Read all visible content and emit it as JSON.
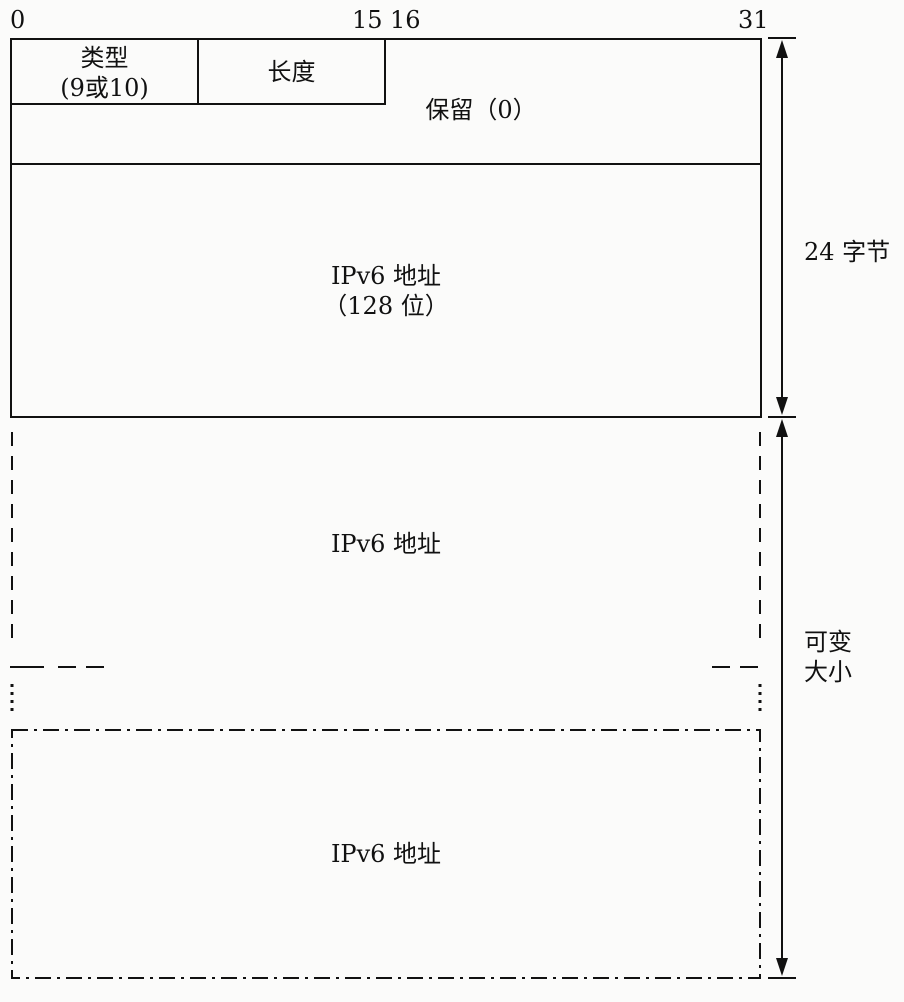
{
  "bit_labels": {
    "b0": "0",
    "b15": "15",
    "b16": "16",
    "b31": "31"
  },
  "header": {
    "type_label": "类型",
    "type_value": "(9或10)",
    "length_label": "长度",
    "reserved_label": "保留（0）"
  },
  "address1": {
    "line1": "IPv6 地址",
    "line2": "（128 位）"
  },
  "address2": {
    "label": "IPv6 地址"
  },
  "address3": {
    "label": "IPv6 地址"
  },
  "side": {
    "fixed_size": "24 字节",
    "variable_line1": "可变",
    "variable_line2": "大小"
  }
}
